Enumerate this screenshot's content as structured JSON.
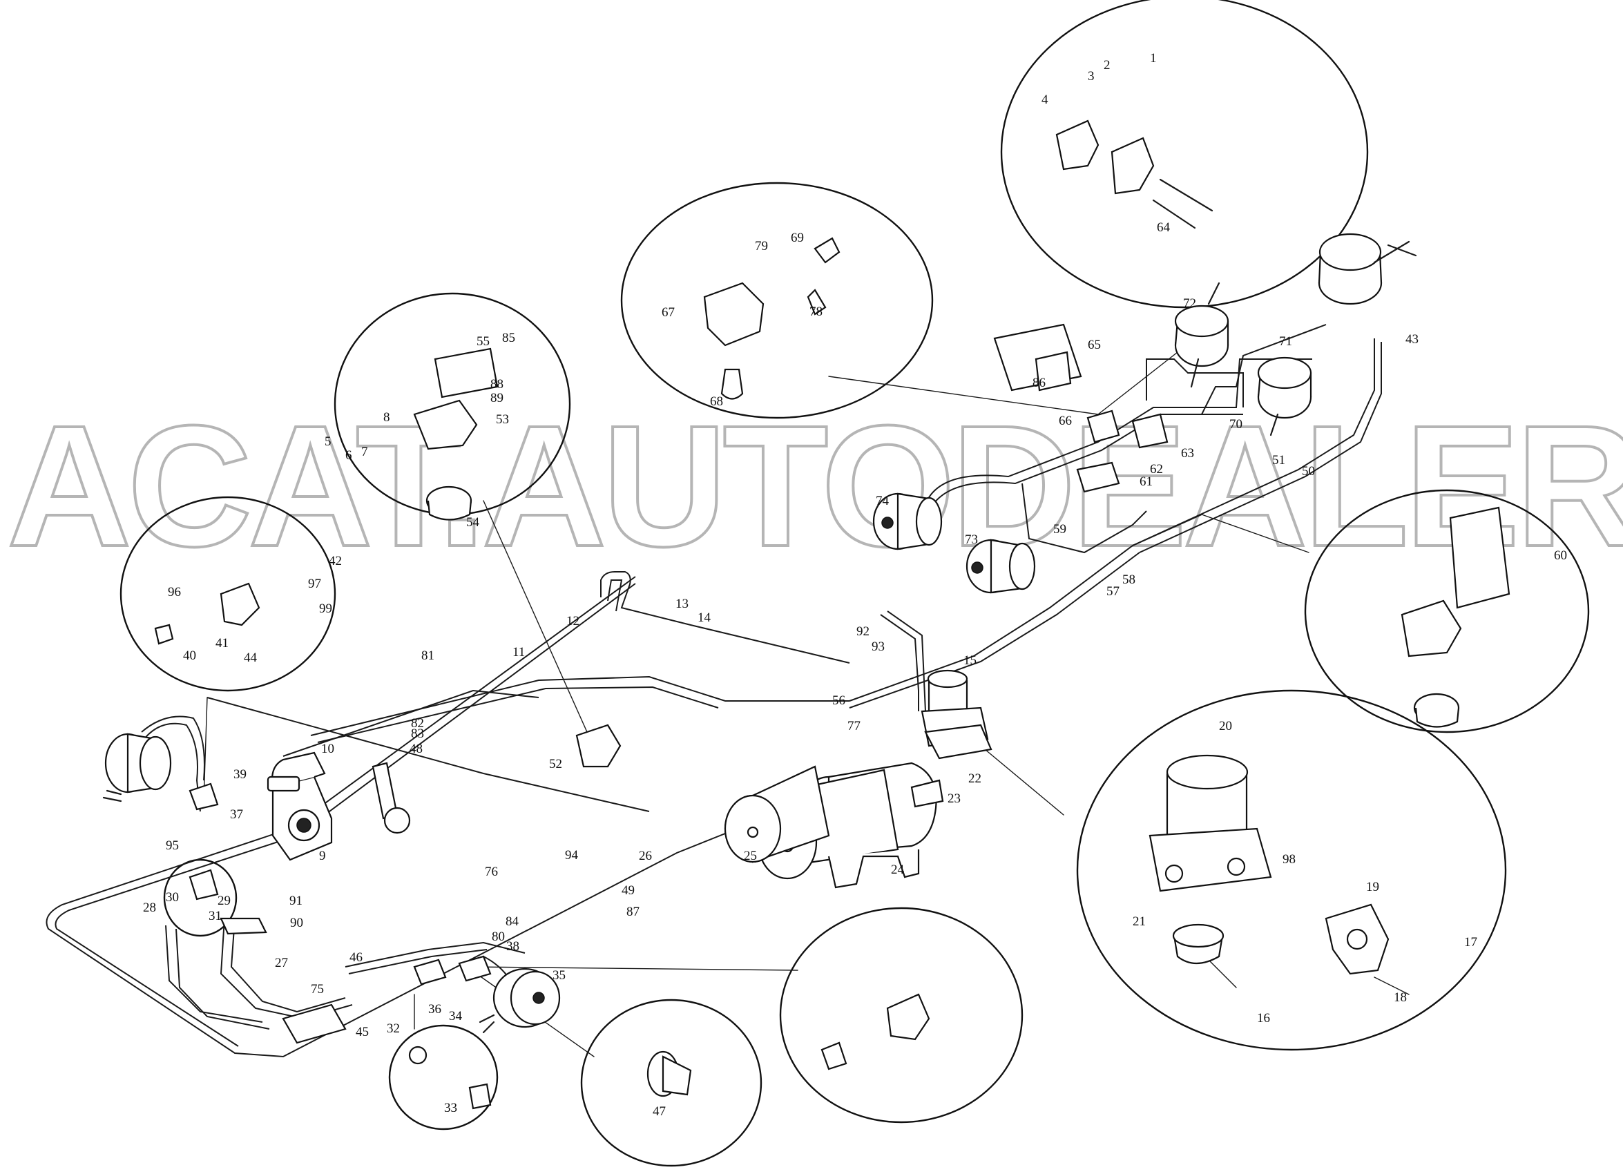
{
  "watermark": "ACAT.AUTODEALER.RU",
  "labels": [
    {
      "id": "l1",
      "text": "1"
    },
    {
      "id": "l2",
      "text": "2"
    },
    {
      "id": "l3",
      "text": "3"
    },
    {
      "id": "l4",
      "text": "4"
    },
    {
      "id": "l5",
      "text": "5"
    },
    {
      "id": "l6",
      "text": "6"
    },
    {
      "id": "l7",
      "text": "7"
    },
    {
      "id": "l8",
      "text": "8"
    },
    {
      "id": "l9",
      "text": "9"
    },
    {
      "id": "l10",
      "text": "10"
    },
    {
      "id": "l11",
      "text": "11"
    },
    {
      "id": "l12",
      "text": "12"
    },
    {
      "id": "l13",
      "text": "13"
    },
    {
      "id": "l14",
      "text": "14"
    },
    {
      "id": "l15",
      "text": "15"
    },
    {
      "id": "l16",
      "text": "16"
    },
    {
      "id": "l17",
      "text": "17"
    },
    {
      "id": "l18",
      "text": "18"
    },
    {
      "id": "l19",
      "text": "19"
    },
    {
      "id": "l20",
      "text": "20"
    },
    {
      "id": "l21",
      "text": "21"
    },
    {
      "id": "l22",
      "text": "22"
    },
    {
      "id": "l23",
      "text": "23"
    },
    {
      "id": "l24",
      "text": "24"
    },
    {
      "id": "l25",
      "text": "25"
    },
    {
      "id": "l26",
      "text": "26"
    },
    {
      "id": "l27",
      "text": "27"
    },
    {
      "id": "l28",
      "text": "28"
    },
    {
      "id": "l29",
      "text": "29"
    },
    {
      "id": "l30",
      "text": "30"
    },
    {
      "id": "l31",
      "text": "31"
    },
    {
      "id": "l32",
      "text": "32"
    },
    {
      "id": "l33",
      "text": "33"
    },
    {
      "id": "l34",
      "text": "34"
    },
    {
      "id": "l35",
      "text": "35"
    },
    {
      "id": "l36",
      "text": "36"
    },
    {
      "id": "l37",
      "text": "37"
    },
    {
      "id": "l38",
      "text": "38"
    },
    {
      "id": "l39",
      "text": "39"
    },
    {
      "id": "l40",
      "text": "40"
    },
    {
      "id": "l41",
      "text": "41"
    },
    {
      "id": "l42",
      "text": "42"
    },
    {
      "id": "l43",
      "text": "43"
    },
    {
      "id": "l44",
      "text": "44"
    },
    {
      "id": "l45",
      "text": "45"
    },
    {
      "id": "l46",
      "text": "46"
    },
    {
      "id": "l47",
      "text": "47"
    },
    {
      "id": "l48",
      "text": "48"
    },
    {
      "id": "l49",
      "text": "49"
    },
    {
      "id": "l50",
      "text": "50"
    },
    {
      "id": "l51",
      "text": "51"
    },
    {
      "id": "l52",
      "text": "52"
    },
    {
      "id": "l53",
      "text": "53"
    },
    {
      "id": "l54",
      "text": "54"
    },
    {
      "id": "l55",
      "text": "55"
    },
    {
      "id": "l56",
      "text": "56"
    },
    {
      "id": "l57",
      "text": "57"
    },
    {
      "id": "l58",
      "text": "58"
    },
    {
      "id": "l59",
      "text": "59"
    },
    {
      "id": "l60",
      "text": "60"
    },
    {
      "id": "l61",
      "text": "61"
    },
    {
      "id": "l62",
      "text": "62"
    },
    {
      "id": "l63",
      "text": "63"
    },
    {
      "id": "l64",
      "text": "64"
    },
    {
      "id": "l65",
      "text": "65"
    },
    {
      "id": "l66",
      "text": "66"
    },
    {
      "id": "l67",
      "text": "67"
    },
    {
      "id": "l68",
      "text": "68"
    },
    {
      "id": "l69",
      "text": "69"
    },
    {
      "id": "l70",
      "text": "70"
    },
    {
      "id": "l71",
      "text": "71"
    },
    {
      "id": "l72",
      "text": "72"
    },
    {
      "id": "l73",
      "text": "73"
    },
    {
      "id": "l74",
      "text": "74"
    },
    {
      "id": "l75",
      "text": "75"
    },
    {
      "id": "l76",
      "text": "76"
    },
    {
      "id": "l77",
      "text": "77"
    },
    {
      "id": "l78",
      "text": "78"
    },
    {
      "id": "l79",
      "text": "79"
    },
    {
      "id": "l80",
      "text": "80"
    },
    {
      "id": "l81",
      "text": "81"
    },
    {
      "id": "l82",
      "text": "82"
    },
    {
      "id": "l83",
      "text": "83"
    },
    {
      "id": "l84",
      "text": "84"
    },
    {
      "id": "l85",
      "text": "85"
    },
    {
      "id": "l86",
      "text": "86"
    },
    {
      "id": "l87",
      "text": "87"
    },
    {
      "id": "l88",
      "text": "88"
    },
    {
      "id": "l89",
      "text": "89"
    },
    {
      "id": "l90",
      "text": "90"
    },
    {
      "id": "l91",
      "text": "91"
    },
    {
      "id": "l92",
      "text": "92"
    },
    {
      "id": "l93",
      "text": "93"
    },
    {
      "id": "l94",
      "text": "94"
    },
    {
      "id": "l95",
      "text": "95"
    },
    {
      "id": "l96",
      "text": "96"
    },
    {
      "id": "l97",
      "text": "97"
    },
    {
      "id": "l98",
      "text": "98"
    },
    {
      "id": "l99",
      "text": "99"
    }
  ]
}
